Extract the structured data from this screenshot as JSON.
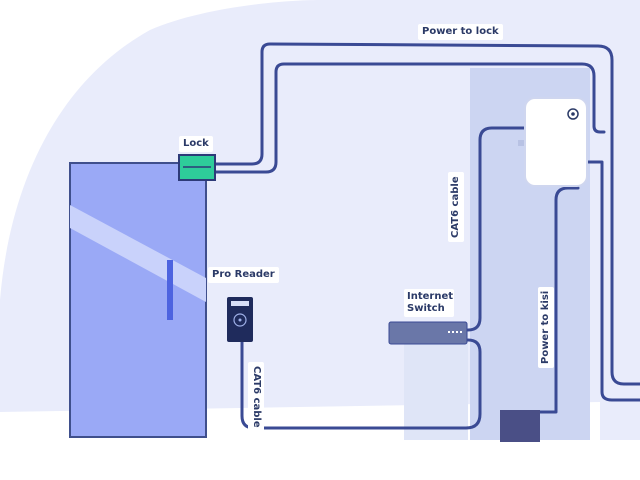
{
  "labels": {
    "lock": "Lock",
    "pro_reader": "Pro Reader",
    "internet_switch": "Internet Switch",
    "cat6_reader": "CAT6 cable",
    "cat6_controller": "CAT6 cable",
    "power_to_lock": "Power to lock",
    "power_to_kisi": "Power to kisi"
  },
  "colors": {
    "room": "#e9ecfb",
    "door": "#9aa9f6",
    "door_frame": "#3f4f8c",
    "cable": "#3a4a94",
    "lock": "#2ecc9a",
    "wall_panel": "#ccd5f2",
    "controller": "#ffffff",
    "power_block": "#4a4f86"
  },
  "icons": [
    "lock-device",
    "reader-device",
    "controller-device",
    "switch-device",
    "power-outlet"
  ]
}
